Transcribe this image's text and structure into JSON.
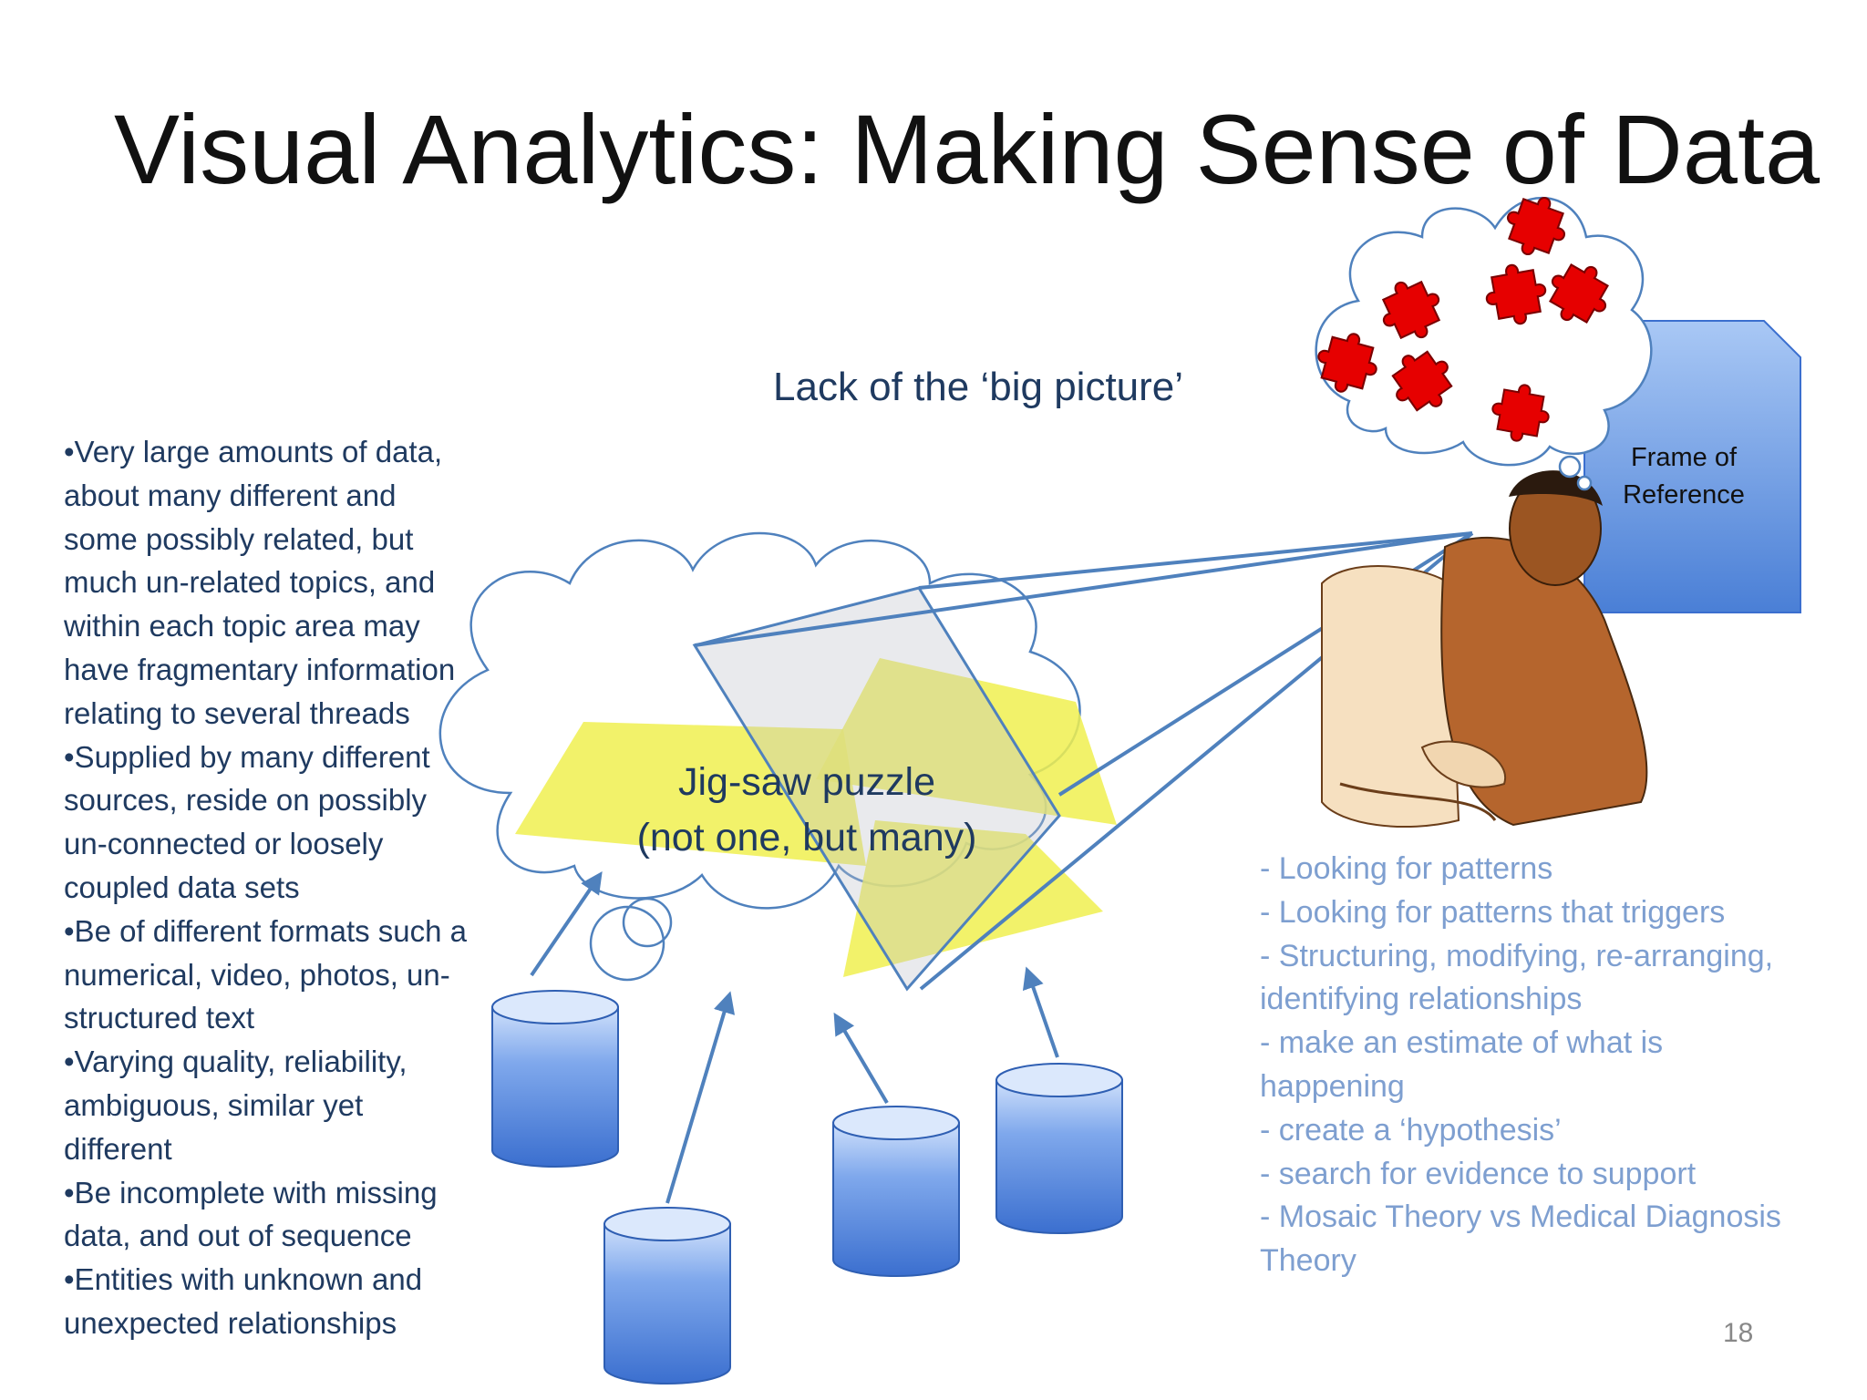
{
  "title": "Visual Analytics: Making Sense of Data",
  "caption": "Lack of the ‘big picture’",
  "bullets": [
    "•Very large amounts of data,",
    "about many different and",
    "some possibly related, but",
    "much un-related topics, and",
    "within each topic area may",
    "have fragmentary information",
    "relating to several threads",
    "•Supplied by many different",
    "sources, reside on possibly",
    "un-connected or loosely",
    "coupled data sets",
    "•Be of different formats such a",
    "numerical, video, photos, un-",
    "structured text",
    "•Varying quality, reliability,",
    "ambiguous, similar yet",
    "different",
    "•Be incomplete with missing",
    "data, and out of sequence",
    "•Entities with unknown and",
    "unexpected relationships"
  ],
  "puzzle": {
    "line1": "Jig-saw puzzle",
    "line2": "(not one, but many)"
  },
  "frame_of_reference": {
    "line1": "Frame of",
    "line2": "Reference"
  },
  "tasks": [
    "- Looking for patterns",
    "- Looking for patterns that triggers",
    "- Structuring, modifying, re-arranging,",
    "identifying relationships",
    "- make an estimate of what is",
    "happening",
    "- create a ‘hypothesis’",
    "- search for evidence to support",
    "- Mosaic Theory vs Medical Diagnosis",
    "Theory"
  ],
  "page_number": "18",
  "colors": {
    "title": "#111111",
    "body_text": "#1f3a60",
    "task_text": "#7e9fd0",
    "arrow": "#4f81bd",
    "cylinder": "#4a7fd6",
    "puzzle_piece": "#e60000",
    "yellow_shape": "#f0f050"
  },
  "icons": [
    "thought-cloud",
    "puzzle-piece",
    "database-cylinder",
    "person-at-computer",
    "document"
  ]
}
